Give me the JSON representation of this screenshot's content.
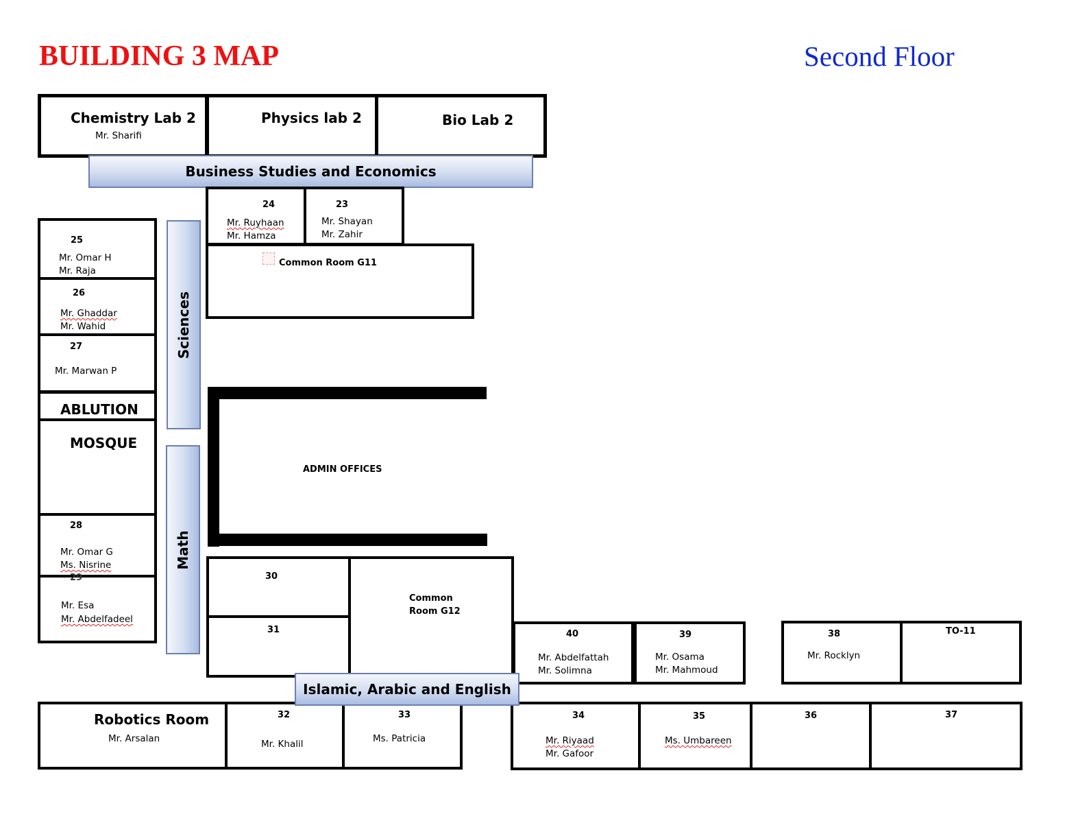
{
  "header": {
    "title": "BUILDING 3 MAP",
    "floor": "Second Floor"
  },
  "colors": {
    "title": "#ee1111",
    "floor": "#1028d0",
    "banner_dark": "#a9bce3",
    "banner_light": "#f4f7fd",
    "walls": "#000000"
  },
  "banners": {
    "business": "Business Studies and Economics",
    "sciences": "Sciences",
    "math": "Math",
    "islamic": "Islamic, Arabic and English"
  },
  "labs": {
    "chemistry": {
      "name": "Chemistry Lab 2",
      "teacher": "Mr. Sharifi"
    },
    "physics": {
      "name": "Physics lab 2"
    },
    "bio": {
      "name": "Bio Lab 2"
    }
  },
  "rooms": {
    "r24": {
      "num": "24",
      "t1": "Mr. Ruyhaan",
      "t2": "Mr. Hamza"
    },
    "r23": {
      "num": "23",
      "t1": "Mr. Shayan",
      "t2": "Mr. Zahir"
    },
    "r25": {
      "num": "25",
      "t1": "Mr. Omar H",
      "t2": "Mr. Raja"
    },
    "r26": {
      "num": "26",
      "t1": "Mr. Ghaddar",
      "t2": "Mr. Wahid"
    },
    "r27": {
      "num": "27",
      "t1": "Mr. Marwan P"
    },
    "r28": {
      "num": "28",
      "t1": "Mr. Omar G",
      "t2": "Ms. Nisrine"
    },
    "r29": {
      "num": "29",
      "t1": "Mr. Esa",
      "t2": "Mr. Abdelfadeel"
    },
    "r30": {
      "num": "30"
    },
    "r31": {
      "num": "31"
    },
    "r40": {
      "num": "40",
      "t1": "Mr. Abdelfattah",
      "t2": "Mr. Solimna"
    },
    "r39": {
      "num": "39",
      "t1": "Mr. Osama",
      "t2": "Mr. Mahmoud"
    },
    "r38": {
      "num": "38",
      "t1": "Mr. Rocklyn"
    },
    "to11": {
      "num": "TO-11"
    },
    "robotics": {
      "name": "Robotics Room",
      "t1": "Mr. Arsalan"
    },
    "r32": {
      "num": "32",
      "t1": "Mr. Khalil"
    },
    "r33": {
      "num": "33",
      "t1": "Ms. Patricia"
    },
    "r34": {
      "num": "34",
      "t1": "Mr. Riyaad",
      "t2": "Mr. Gafoor"
    },
    "r35": {
      "num": "35",
      "t1": "Ms. Umbareen"
    },
    "r36": {
      "num": "36"
    },
    "r37": {
      "num": "37"
    }
  },
  "areas": {
    "common_g11": "Common Room G11",
    "common_g12_l1": "Common",
    "common_g12_l2": "Room G12",
    "ablution": "ABLUTION",
    "mosque": "MOSQUE",
    "admin": "ADMIN OFFICES"
  }
}
